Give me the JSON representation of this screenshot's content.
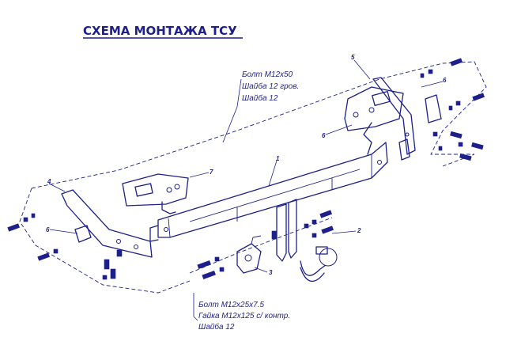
{
  "title": "СХЕМА МОНТАЖА ТСУ",
  "colors": {
    "ink": "#1d1f8a",
    "background": "#ffffff"
  },
  "fastener_notes": {
    "upper": [
      "Болт М12х50",
      "Шайба 12 гров.",
      "Шайба 12"
    ],
    "lower": [
      "Болт М12х25х7.5",
      "Гайка М12х125 с/ контр.",
      "Шайба 12"
    ]
  },
  "part_labels": [
    "1",
    "2",
    "3",
    "4",
    "5",
    "6",
    "6",
    "6",
    "7"
  ]
}
